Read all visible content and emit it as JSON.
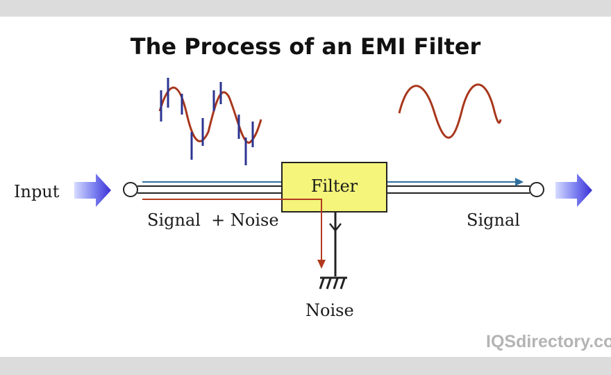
{
  "title": "The Process of an EMI Filter",
  "labels": {
    "input": "Input",
    "signal_plus_noise": "Signal  + Noise",
    "filter": "Filter",
    "signal": "Signal",
    "noise": "Noise"
  },
  "watermark": "IQSdirectory.com",
  "colors": {
    "filter_fill": "#f4f57a",
    "signal_line": "#2f6f9f",
    "noise_line": "#b23a1e",
    "sine_wave": "#a8371c",
    "noise_spikes": "#2b3490",
    "arrow_start": "#d6dcff",
    "arrow_end": "#3a2fd4"
  }
}
